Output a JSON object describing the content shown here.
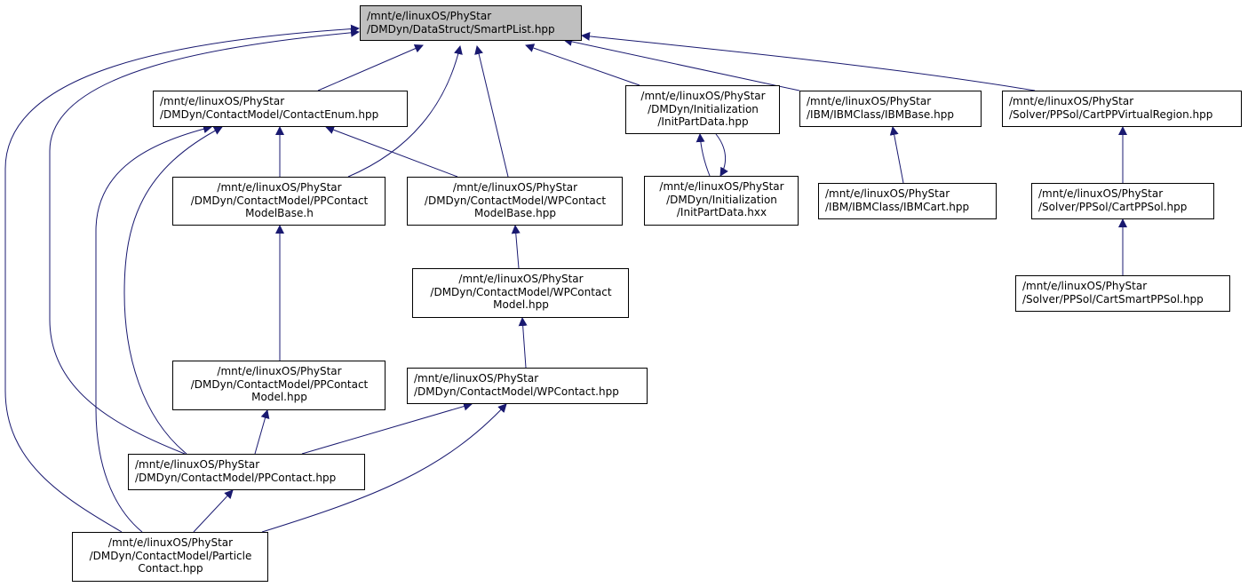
{
  "colors": {
    "edge": "#191970",
    "root_fill": "#bfbfbf",
    "node_fill": "#ffffff",
    "border": "#000000"
  },
  "nodes": [
    {
      "id": "smartplist",
      "lines": [
        "/mnt/e/linuxOS/PhyStar",
        "/DMDyn/DataStruct/SmartPList.hpp"
      ]
    },
    {
      "id": "contactenum",
      "lines": [
        "/mnt/e/linuxOS/PhyStar",
        "/DMDyn/ContactModel/ContactEnum.hpp"
      ]
    },
    {
      "id": "initpartdata_hpp",
      "lines": [
        "/mnt/e/linuxOS/PhyStar",
        "/DMDyn/Initialization",
        "/InitPartData.hpp"
      ]
    },
    {
      "id": "ibmbase",
      "lines": [
        "/mnt/e/linuxOS/PhyStar",
        "/IBM/IBMClass/IBMBase.hpp"
      ]
    },
    {
      "id": "cartppvirtualregion",
      "lines": [
        "/mnt/e/linuxOS/PhyStar",
        "/Solver/PPSol/CartPPVirtualRegion.hpp"
      ]
    },
    {
      "id": "ppcontactmodelbase",
      "lines": [
        "/mnt/e/linuxOS/PhyStar",
        "/DMDyn/ContactModel/PPContact",
        "ModelBase.h"
      ]
    },
    {
      "id": "wpcontactmodelbase",
      "lines": [
        "/mnt/e/linuxOS/PhyStar",
        "/DMDyn/ContactModel/WPContact",
        "ModelBase.hpp"
      ]
    },
    {
      "id": "initpartdata_hxx",
      "lines": [
        "/mnt/e/linuxOS/PhyStar",
        "/DMDyn/Initialization",
        "/InitPartData.hxx"
      ]
    },
    {
      "id": "ibmcart",
      "lines": [
        "/mnt/e/linuxOS/PhyStar",
        "/IBM/IBMClass/IBMCart.hpp"
      ]
    },
    {
      "id": "cartppsol",
      "lines": [
        "/mnt/e/linuxOS/PhyStar",
        "/Solver/PPSol/CartPPSol.hpp"
      ]
    },
    {
      "id": "wpcontactmodel",
      "lines": [
        "/mnt/e/linuxOS/PhyStar",
        "/DMDyn/ContactModel/WPContact",
        "Model.hpp"
      ]
    },
    {
      "id": "cartsmartppsol",
      "lines": [
        "/mnt/e/linuxOS/PhyStar",
        "/Solver/PPSol/CartSmartPPSol.hpp"
      ]
    },
    {
      "id": "ppcontactmodel",
      "lines": [
        "/mnt/e/linuxOS/PhyStar",
        "/DMDyn/ContactModel/PPContact",
        "Model.hpp"
      ]
    },
    {
      "id": "wpcontact",
      "lines": [
        "/mnt/e/linuxOS/PhyStar",
        "/DMDyn/ContactModel/WPContact.hpp"
      ]
    },
    {
      "id": "ppcontact",
      "lines": [
        "/mnt/e/linuxOS/PhyStar",
        "/DMDyn/ContactModel/PPContact.hpp"
      ]
    },
    {
      "id": "particlecontact",
      "lines": [
        "/mnt/e/linuxOS/PhyStar",
        "/DMDyn/ContactModel/Particle",
        "Contact.hpp"
      ]
    }
  ]
}
